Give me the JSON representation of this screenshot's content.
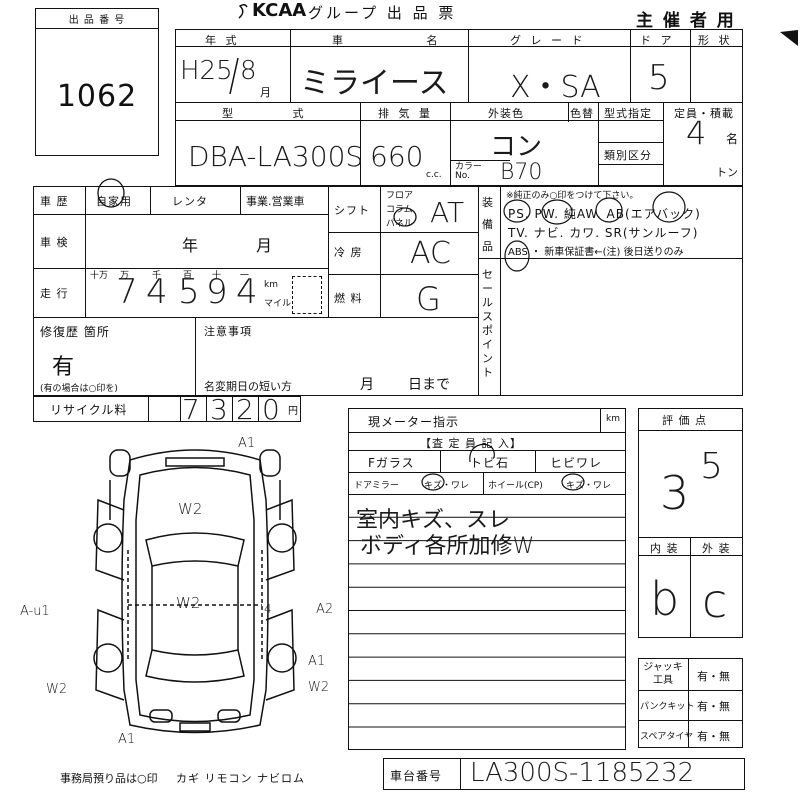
{
  "header": {
    "lot_box_label": "出 品 番 号",
    "lot_number": "1062",
    "title": "グループ 出 品 票",
    "brand": "KCAA",
    "organizer": "主 催 者 用"
  },
  "row1": {
    "year_label": "年 式",
    "year_value": "H25",
    "month_value": "8",
    "month_unit": "月",
    "name_label": "車 名",
    "name_value": "ミライース",
    "grade_label": "グ レ ー ド",
    "grade_value": "X・SA",
    "doors_label": "ド ア",
    "doors_value": "5",
    "shape_label": "形 状"
  },
  "row2": {
    "model_label": "型 式",
    "model_value": "DBA-LA300S",
    "cc_label": "排 気 量",
    "cc_value": "660",
    "cc_unit": "c.c.",
    "color_label": "外装色",
    "color_change_label": "色替",
    "color_value": "コン",
    "color_no_label": "カラー No.",
    "color_no_value": "B70",
    "type_label": "型式指定",
    "class_label": "類別区分",
    "capacity_label": "定員・積載",
    "capacity_value": "4",
    "capacity_unit": "名",
    "ton_unit": "トン"
  },
  "history": {
    "label": "車 歴",
    "options": [
      "自家用",
      "レンタ",
      "事業.営業車"
    ],
    "selected": "自家用"
  },
  "inspection": {
    "label": "車 検",
    "year_unit": "年",
    "month_unit": "月"
  },
  "mileage": {
    "label": "走 行",
    "digit_labels": [
      "十万",
      "万",
      "千",
      "百",
      "十",
      "一"
    ],
    "digits": [
      "",
      "7",
      "4",
      "5",
      "9",
      "4"
    ],
    "unit_km": "km",
    "unit_mile": "マイル"
  },
  "shift": {
    "label": "シフト",
    "sub_labels": [
      "フロア",
      "コラム",
      "パネル"
    ],
    "value": "AT"
  },
  "aircon": {
    "label": "冷 房",
    "value": "AC"
  },
  "fuel": {
    "label": "燃 料",
    "value": "G"
  },
  "equipment": {
    "label": "装 備 品",
    "note": "※純正のみ○印をつけて下さい。",
    "line1": "PS. PW. 純AW. AB(エアバック)",
    "line2": "TV. ナビ. カワ. SR(サンルーフ)",
    "line3": "ABS ・ 新車保証書←(注) 後日送りのみ"
  },
  "sales_point": {
    "label": "セールスポイント"
  },
  "repair": {
    "label": "修復歴 箇所",
    "value": "有",
    "note": "(有の場合は○印を)"
  },
  "notes": {
    "label": "注意事項",
    "deadline_label": "名変期日の短い方",
    "month_unit": "月",
    "day_unit": "日まで"
  },
  "recycle": {
    "label": "リサイクル料",
    "digits": [
      "7",
      "3",
      "2",
      "0"
    ],
    "unit": "円"
  },
  "meter": {
    "label": "現メーター指示",
    "unit": "km"
  },
  "inspector": {
    "label": "【査 定 員 記 入】"
  },
  "glass": {
    "label": "Fガラス",
    "col2": "トビ石",
    "col3": "ヒビワレ"
  },
  "mirror": {
    "label": "ドアミラー",
    "opts": "キズ・ワレ",
    "wheel_label": "ホイール(CP)",
    "wheel_opts": "キズ・ワレ"
  },
  "remarks": {
    "line1": "室内キズ、スレ",
    "line2": "ボディ各所加修W"
  },
  "rating": {
    "label": "評 価 点",
    "value": "3.5",
    "value_main": "3",
    "value_sub": "5"
  },
  "interior_exterior": {
    "interior_label": "内 装",
    "exterior_label": "外 装",
    "interior_value": "b",
    "exterior_value": "c"
  },
  "tools": [
    {
      "label": "ジャッキ工具",
      "value": "有・無"
    },
    {
      "label": "パンクキット",
      "value": "有・無"
    },
    {
      "label": "スペアタイヤ",
      "value": "有・無"
    }
  ],
  "diagram_marks": [
    "A1",
    "W2",
    "W2",
    "A-u1",
    "4",
    "A2",
    "A1",
    "W2",
    "W2",
    "A1"
  ],
  "footer": {
    "office_note": "事務局預り品は○印",
    "items": "カギ リモコン ナビロム"
  },
  "chassis": {
    "label": "車台番号",
    "value": "LA300S-1185232"
  }
}
